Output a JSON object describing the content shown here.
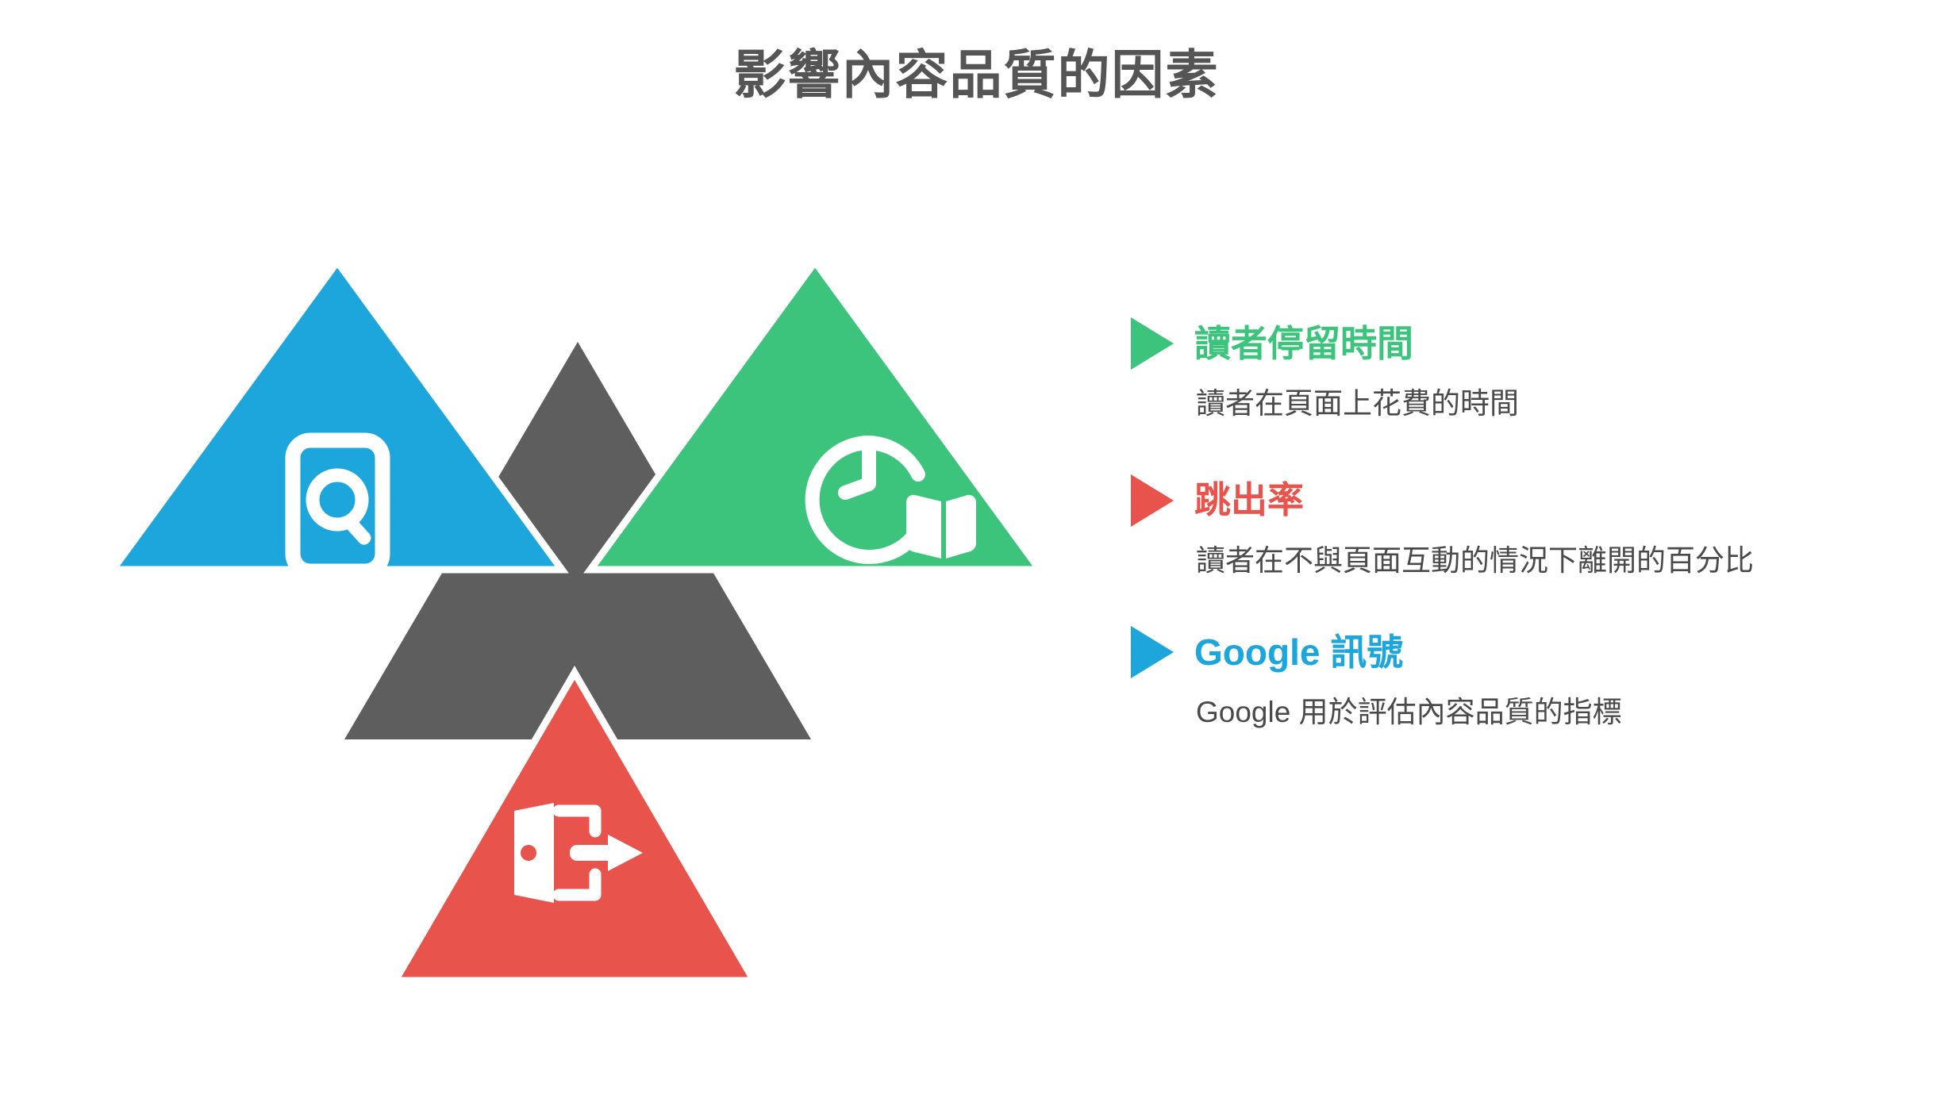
{
  "page": {
    "title": "影響內容品質的因素",
    "background_color": "#FFFFFF"
  },
  "colors": {
    "blue": "#1CA6DC",
    "green": "#3CC47C",
    "red": "#E8534C",
    "gray": "#5E5E5E",
    "title_text": "#555555",
    "body_text": "#4A4A4A"
  },
  "diagram": {
    "name": "overlapping-triangles-diagram",
    "shapes": [
      {
        "id": "gray-triangle",
        "color": "#5E5E5E",
        "icon": null,
        "role": "background-triangle"
      },
      {
        "id": "blue-triangle",
        "color": "#1CA6DC",
        "icon": "mobile-search-icon",
        "role": "google-signals"
      },
      {
        "id": "green-triangle",
        "color": "#3CC47C",
        "icon": "clock-book-icon",
        "role": "reader-dwell-time"
      },
      {
        "id": "red-triangle",
        "color": "#E8534C",
        "icon": "exit-door-arrow-icon",
        "role": "bounce-rate"
      }
    ]
  },
  "legend": {
    "items": [
      {
        "bullet_icon": "triangle-right-icon",
        "title": "讀者停留時間",
        "color": "#3CC47C",
        "description": "讀者在頁面上花費的時間"
      },
      {
        "bullet_icon": "triangle-right-icon",
        "title": "跳出率",
        "color": "#E8534C",
        "description": "讀者在不與頁面互動的情況下離開的百分比"
      },
      {
        "bullet_icon": "triangle-right-icon",
        "title": "Google 訊號",
        "color": "#1CA6DC",
        "description": "Google 用於評估內容品質的指標"
      }
    ]
  }
}
